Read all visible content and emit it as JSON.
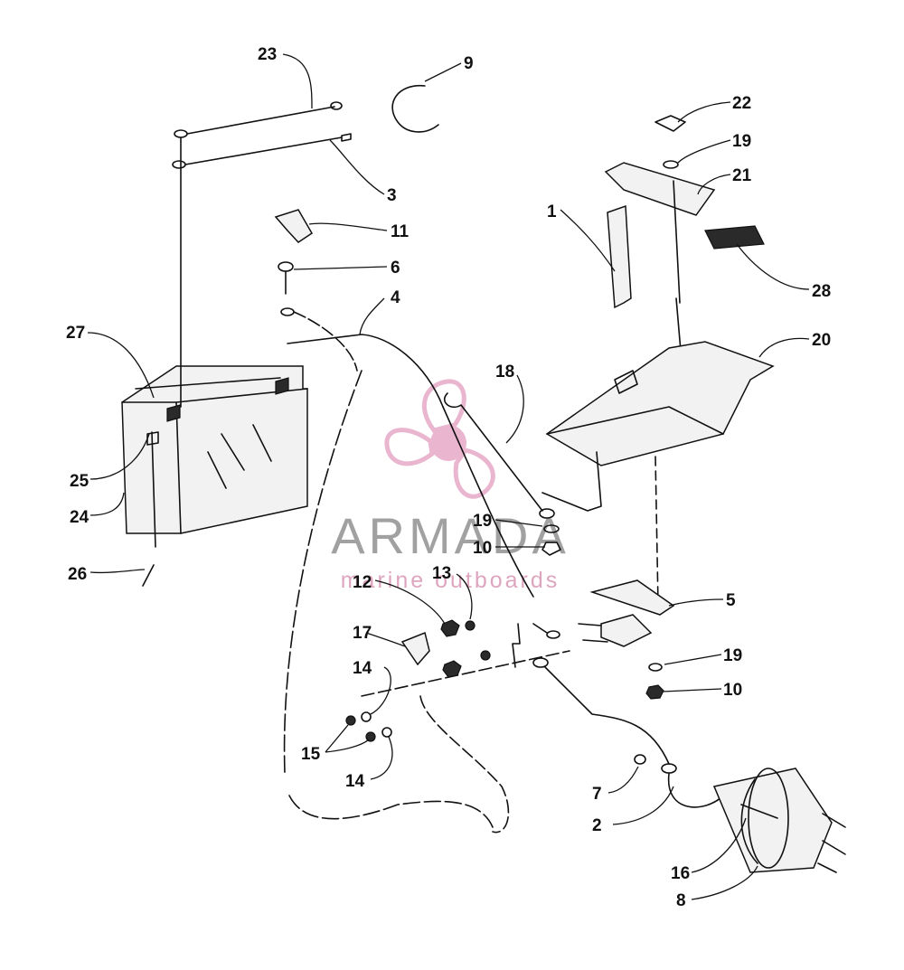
{
  "watermark": {
    "brand": "ARMADA",
    "tagline": "marine outboards",
    "logo_color": "#d97aa8"
  },
  "callouts": {
    "p1": "1",
    "p2": "2",
    "p3": "3",
    "p4": "4",
    "p5": "5",
    "p6": "6",
    "p7": "7",
    "p8": "8",
    "p9": "9",
    "p10a": "10",
    "p10b": "10",
    "p11": "11",
    "p12": "12",
    "p13": "13",
    "p14a": "14",
    "p14b": "14",
    "p15": "15",
    "p16": "16",
    "p17": "17",
    "p18": "18",
    "p19a": "19",
    "p19b": "19",
    "p19c": "19",
    "p20": "20",
    "p21": "21",
    "p22": "22",
    "p23": "23",
    "p24": "24",
    "p25": "25",
    "p26": "26",
    "p27": "27",
    "p28": "28"
  }
}
